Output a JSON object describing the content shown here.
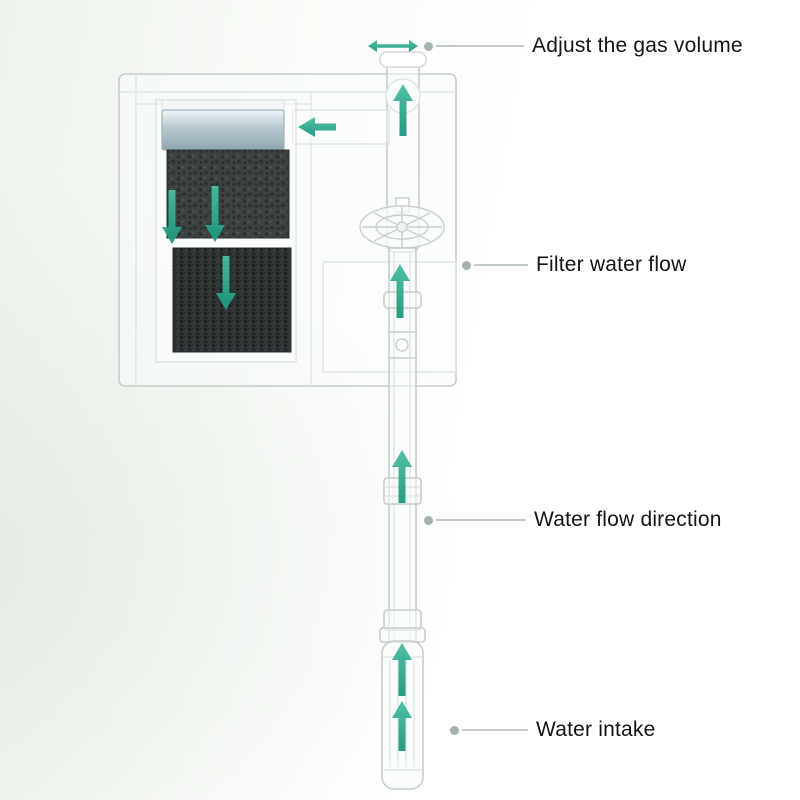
{
  "annotations": {
    "gas": "Adjust the gas volume",
    "filter_flow": "Filter water flow",
    "flow_direction": "Water flow direction",
    "intake": "Water intake"
  },
  "colors": {
    "flow_arrow": "#1b977c",
    "flow_arrow_light": "#49bda0",
    "callout_line": "#c2cac7",
    "callout_dot": "#a2b3ad",
    "label_text": "#141414"
  }
}
